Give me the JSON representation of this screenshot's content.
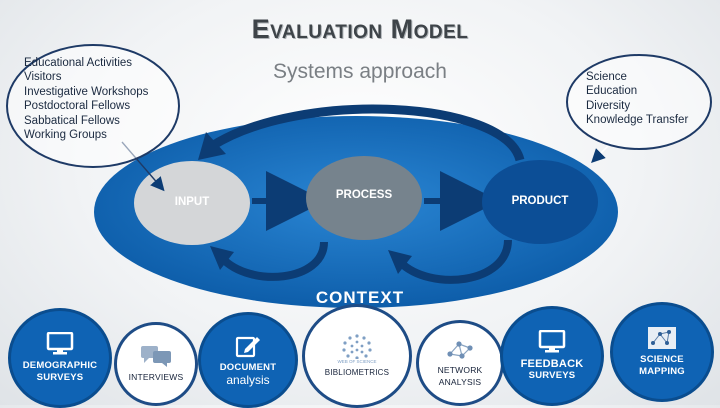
{
  "header": {
    "title": "Evaluation Model",
    "subtitle": "Systems approach"
  },
  "input_callout": {
    "items": [
      "Educational Activities",
      "Visitors",
      "Investigative Workshops",
      "Postdoctoral Fellows",
      "Sabbatical Fellows",
      "Working Groups"
    ]
  },
  "product_callout": {
    "items": [
      "Science",
      "Education",
      "Diversity",
      "Knowledge Transfer"
    ]
  },
  "stages": {
    "input": "INPUT",
    "process": "PROCESS",
    "product": "PRODUCT"
  },
  "context_label": "CONTEXT",
  "methods": [
    {
      "line1": "DEMOGRAPHIC",
      "line2": "SURVEYS",
      "icon": "monitor-icon"
    },
    {
      "line1": "INTERVIEWS",
      "line2": "",
      "icon": "chat-bubbles-icon"
    },
    {
      "line1": "DOCUMENT",
      "line2": "analysis",
      "icon": "document-edit-icon"
    },
    {
      "line1": "BIBLIOMETRICS",
      "line2": "",
      "icon": "web-of-science-icon",
      "icon_caption": "WEB OF SCIENCE"
    },
    {
      "line1": "NETWORK",
      "line2": "ANALYSIS",
      "icon": "network-graph-icon"
    },
    {
      "line1": "FEEDBACK",
      "line2": "SURVEYS",
      "icon": "monitor-icon"
    },
    {
      "line1": "SCIENCE",
      "line2": "MAPPING",
      "icon": "science-map-icon"
    }
  ],
  "colors": {
    "context_ellipse": "#0f63b4",
    "input_node": "#d4d6d8",
    "process_node": "#76838d",
    "product_node": "#0c4e96",
    "callout_border": "#1e3a66"
  }
}
